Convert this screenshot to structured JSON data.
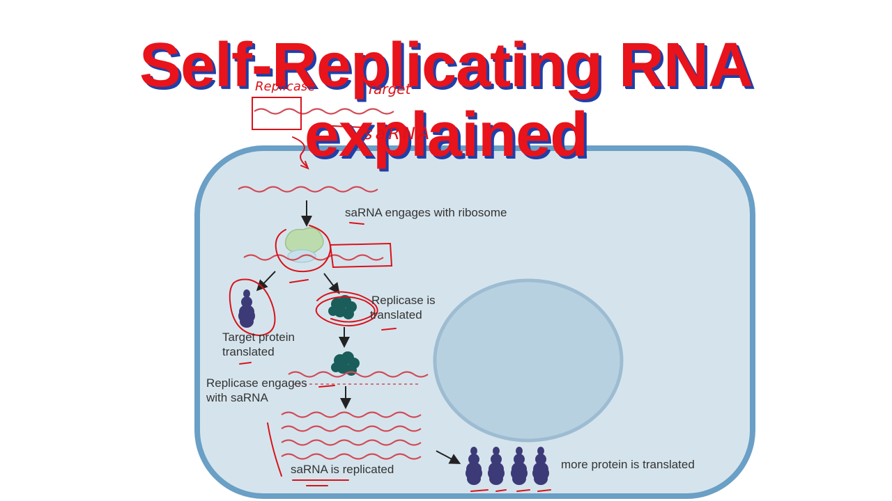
{
  "title": "Self-Replicating RNA explained",
  "colors": {
    "title": "#e8131b",
    "title_shadow": "#1f3fa8",
    "cell_fill": "#d5e4ec",
    "cell_border": "#6a9fc6",
    "nucleus_fill": "#b8d1e0",
    "nucleus_border": "#9dbcd2",
    "rna_wave": "#d24a57",
    "ribosome": "#bcdcae",
    "replicase": "#1a5d5a",
    "protein": "#3d3a78",
    "annotation": "#d9121a"
  },
  "labels": {
    "engages_ribosome": "saRNA engages with ribosome",
    "replicase_translated": [
      "Replicase is",
      "translated"
    ],
    "target_protein": [
      "Target protein",
      "translated"
    ],
    "replicase_engages": [
      "Replicase engages",
      "with saRNA"
    ],
    "replicated": "saRNA is replicated",
    "more_protein": "more protein is translated"
  },
  "handwriting": {
    "left_word": "Replicase",
    "right_word": "Target",
    "bottom_word": "saRNA"
  }
}
